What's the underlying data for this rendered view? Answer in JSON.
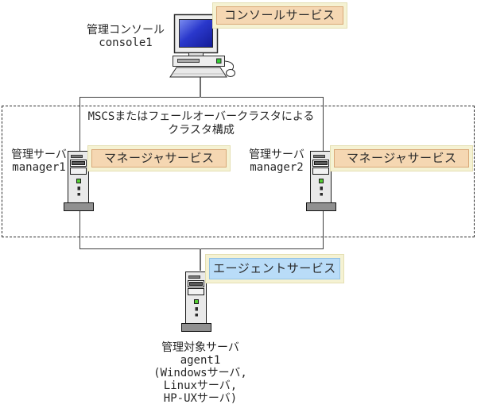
{
  "console": {
    "name": "管理コンソール",
    "hostname": "console1",
    "service_label": "コンソールサービス"
  },
  "cluster": {
    "caption_line1": "MSCSまたはフェールオーバークラスタによる",
    "caption_line2": "クラスタ構成"
  },
  "managers": [
    {
      "name": "管理サーバ",
      "hostname": "manager1",
      "service_label": "マネージャサービス"
    },
    {
      "name": "管理サーバ",
      "hostname": "manager2",
      "service_label": "マネージャサービス"
    }
  ],
  "agent": {
    "service_label": "エージェントサービス",
    "name": "管理対象サーバ",
    "hostname": "agent1",
    "os_lines": [
      "(Windowsサーバ,",
      "Linuxサーバ,",
      "HP-UXサーバ)"
    ]
  },
  "colors": {
    "manager_service_fill": "#f5d7b2",
    "manager_service_border": "#d9a878",
    "agent_service_fill": "#b9dcf8",
    "agent_service_border": "#93c3e6",
    "tag_outer_fill": "#f5f2d3",
    "tag_outer_border": "#e4dfb3",
    "connection_line": "#6e6e6e",
    "box_line": "#3f3f3f",
    "screen_blue": "#2a38cc",
    "led_green": "#33cc33"
  }
}
